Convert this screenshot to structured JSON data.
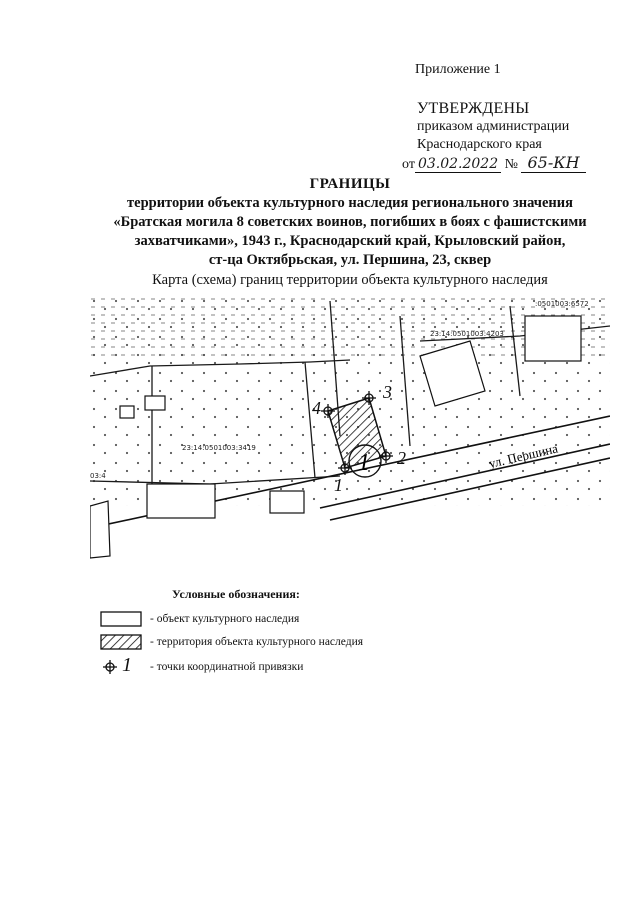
{
  "header": {
    "appendix": "Приложение 1",
    "approved": "УТВЕРЖДЕНЫ",
    "approved_by_line1": "приказом администрации",
    "approved_by_line2": "Краснодарского края",
    "date_prefix": "от",
    "date_handwritten": "03.02.2022",
    "number_prefix": "№",
    "number_handwritten": "65-КН"
  },
  "title": {
    "main": "ГРАНИЦЫ",
    "line1": "территории объекта культурного наследия регионального значения",
    "line2": "«Братская могила 8 советских воинов, погибших в боях с фашистскими",
    "line3": "захватчиками», 1943 г., Краснодарский край, Крыловский район,",
    "line4": "ст-ца Октябрьская, ул. Першина, 23, сквер"
  },
  "map": {
    "caption": "Карта (схема) границ территории объекта культурного наследия",
    "street_label": "ул. Першина",
    "cadastral_labels": [
      "23:14:0501003:3419",
      "23:14:0501003:4203",
      ":0501003:6572",
      "03:4"
    ],
    "point_labels": [
      "1",
      "2",
      "3",
      "4"
    ],
    "object_number": "1",
    "colors": {
      "ink": "#1a1a1a",
      "paper": "#ffffff"
    }
  },
  "legend": {
    "title": "Условные обозначения:",
    "items": [
      {
        "symbol": "empty-rectangle",
        "text": "- объект культурного наследия"
      },
      {
        "symbol": "hatched-rectangle",
        "text": "- территория объекта культурного наследия"
      },
      {
        "symbol": "crosshair-point",
        "sample": "1",
        "text": "- точки координатной привязки"
      }
    ]
  }
}
